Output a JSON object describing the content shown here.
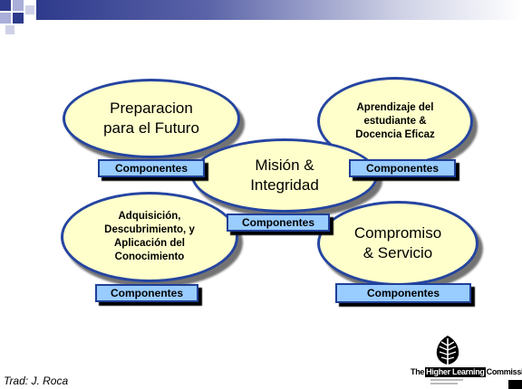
{
  "ovals": {
    "future": [
      "Preparacion",
      "para el Futuro"
    ],
    "learning": [
      "Aprendizaje del",
      "estudiante &",
      "Docencia Eficaz"
    ],
    "mission": [
      "Misión &",
      "Integridad"
    ],
    "knowledge": [
      "Adquisición,",
      "Descubrimiento, y",
      "Aplicación del",
      "Conocimiento"
    ],
    "service": [
      "Compromiso",
      "& Servicio"
    ]
  },
  "component_label": "Componentes",
  "credit": "Trad: J. Roca",
  "logo": {
    "part1": "The",
    "part2": "Higher Learning",
    "part3": "Commission"
  },
  "colors": {
    "oval_fill": "#ffffcc",
    "oval_border": "#2545a0",
    "component_fill": "#99ccff",
    "top_bar": "#2e3a8c"
  }
}
